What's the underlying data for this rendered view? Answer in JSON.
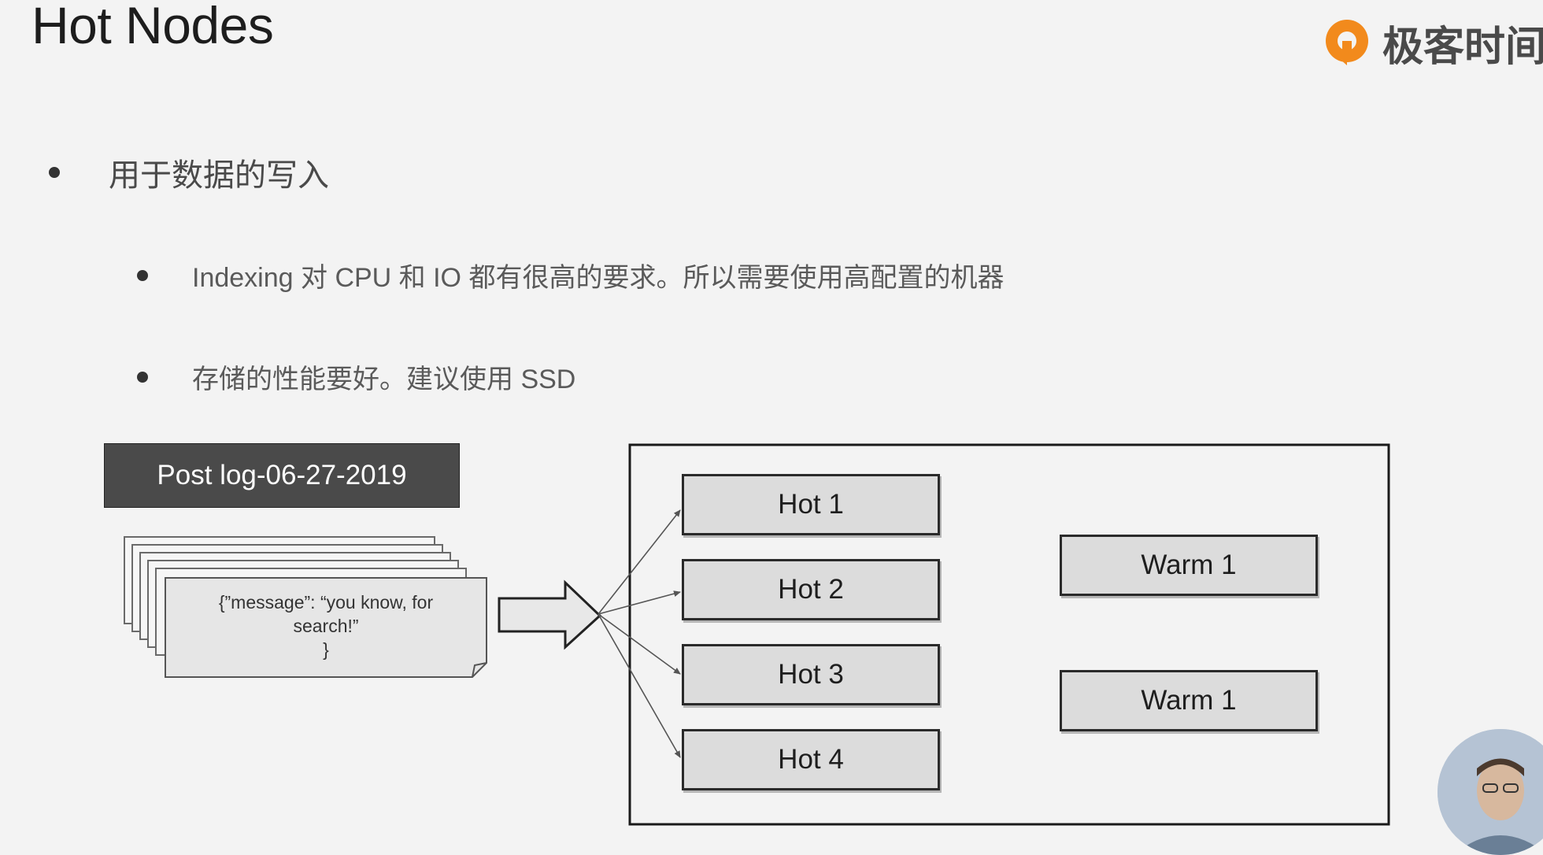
{
  "page": {
    "title": "Hot Nodes"
  },
  "logo": {
    "text": "极客时间",
    "brand_color": "#f28a1c"
  },
  "bullets": [
    {
      "text": "用于数据的写入"
    },
    {
      "text": "Indexing 对 CPU 和 IO 都有很高的要求。所以需要使用高配置的机器"
    },
    {
      "text": "存储的性能要好。建议使用 SSD"
    }
  ],
  "diagram": {
    "post_label": "Post log-06-27-2019",
    "document_lines": [
      "{”message”: “you know, for",
      "search!”",
      "}"
    ],
    "hot_nodes": [
      "Hot 1",
      "Hot 2",
      "Hot 3",
      "Hot 4"
    ],
    "warm_nodes": [
      "Warm 1",
      "Warm 1"
    ]
  },
  "presenter": {
    "icon": "presenter-video"
  }
}
